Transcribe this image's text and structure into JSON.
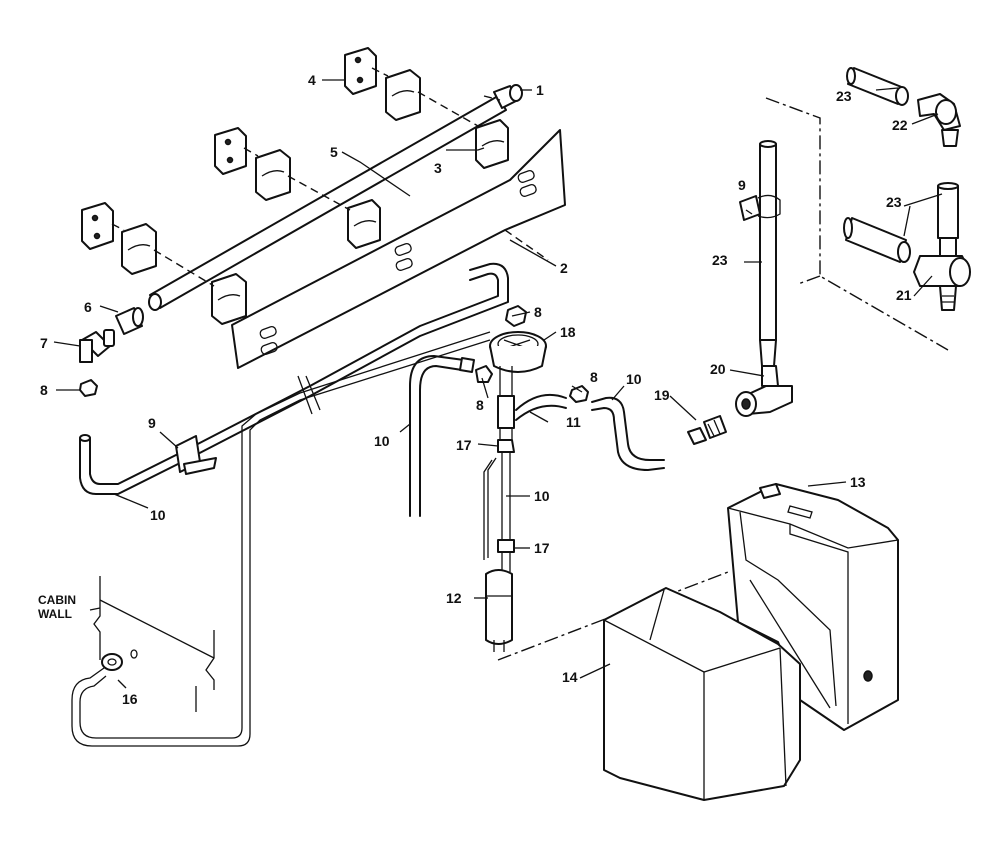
{
  "callouts": {
    "c1": "1",
    "c2": "2",
    "c3": "3",
    "c4": "4",
    "c5": "5",
    "c6": "6",
    "c7": "7",
    "c8a": "8",
    "c8b": "8",
    "c8c": "8",
    "c8d": "8",
    "c9a": "9",
    "c9b": "9",
    "c10a": "10",
    "c10b": "10",
    "c10c": "10",
    "c10d": "10",
    "c11": "11",
    "c12": "12",
    "c13": "13",
    "c14": "14",
    "c16": "16",
    "c17a": "17",
    "c17b": "17",
    "c18": "18",
    "c19": "19",
    "c20": "20",
    "c21": "21",
    "c22": "22",
    "c23a": "23",
    "c23b": "23",
    "c23c": "23"
  },
  "wall_label": {
    "line1": "CABIN",
    "line2": "WALL"
  }
}
